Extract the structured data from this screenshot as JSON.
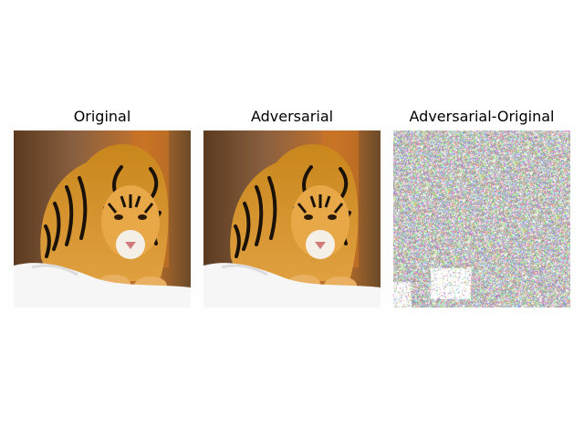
{
  "panels": [
    {
      "title": "Original",
      "content": "tiger-photo"
    },
    {
      "title": "Adversarial",
      "content": "tiger-photo"
    },
    {
      "title": "Adversarial-Original",
      "content": "perturbation-noise"
    }
  ],
  "colors": {
    "background": "#ffffff",
    "tiger_orange": "#d98a1f",
    "forest_brown": "#7a4a22",
    "snow": "#f4f4f4"
  }
}
